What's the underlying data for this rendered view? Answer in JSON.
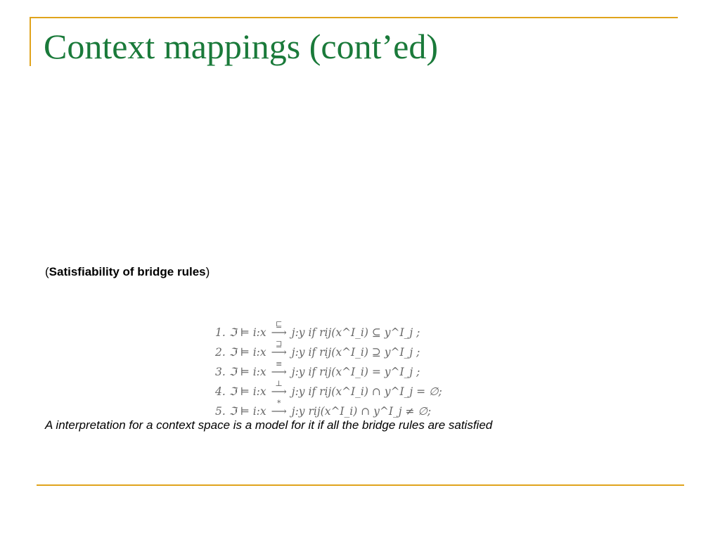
{
  "colors": {
    "title": "#1a7a3a",
    "frame": "#e0a31c"
  },
  "slide": {
    "title": "Context mappings (cont’ed)",
    "subtitle_open": "(",
    "subtitle_bold": "Satisfiability of bridge rules",
    "subtitle_close": ")",
    "rules": [
      {
        "num": "1.",
        "arrow_label": "⊑",
        "left": "ℑ ⊨ i:x",
        "right": "j:y if r",
        "right_tail": "ij(x^I_i) ⊆ y^I_j ;"
      },
      {
        "num": "2.",
        "arrow_label": "⊒",
        "left": "ℑ ⊨ i:x",
        "right": "j:y if r",
        "right_tail": "ij(x^I_i) ⊇ y^I_j ;"
      },
      {
        "num": "3.",
        "arrow_label": "≡",
        "left": "ℑ ⊨ i:x",
        "right": "j:y if r",
        "right_tail": "ij(x^I_i) = y^I_j ;"
      },
      {
        "num": "4.",
        "arrow_label": "⊥",
        "left": "ℑ ⊨ i:x",
        "right": "j:y if r",
        "right_tail": "ij(x^I_i) ∩ y^I_j = ∅;"
      },
      {
        "num": "5.",
        "arrow_label": "*",
        "left": "ℑ ⊨ i:x",
        "right": "j:y r",
        "right_tail": "ij(x^I_i) ∩ y^I_j ≠ ∅;"
      }
    ],
    "caption": "A interpretation for a context space is a model for it if all the bridge rules are satisfied"
  }
}
